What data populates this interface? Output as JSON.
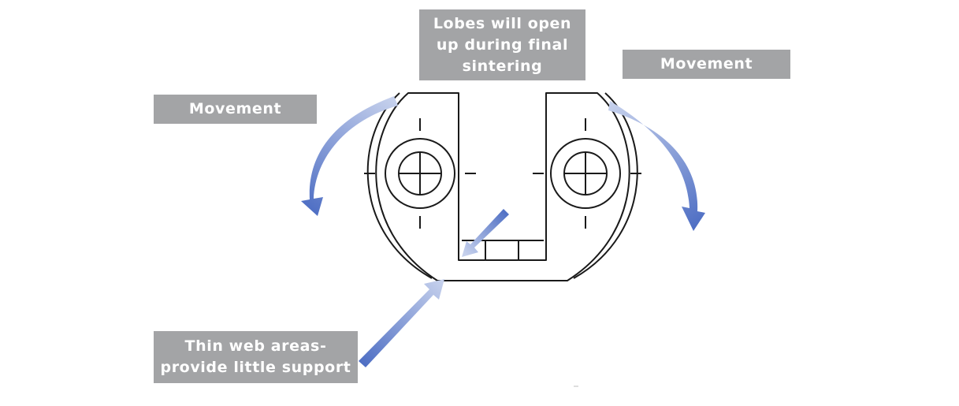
{
  "callouts": {
    "lobes": "Lobes will open\nup during final\nsintering",
    "movement_left": "Movement",
    "movement_right": "Movement",
    "thin_web": "Thin web areas-\nprovide little support"
  },
  "colors": {
    "callout_background": "#a3a4a6",
    "callout_text": "#ffffff",
    "arrow_light": "#c5d0ec",
    "arrow_dark": "#4f6fc4",
    "outline": "#1a1a1a"
  },
  "icons": {
    "part": "u-shaped-part-drawing",
    "arrows": "curved-movement-arrow, pointer-arrow"
  }
}
